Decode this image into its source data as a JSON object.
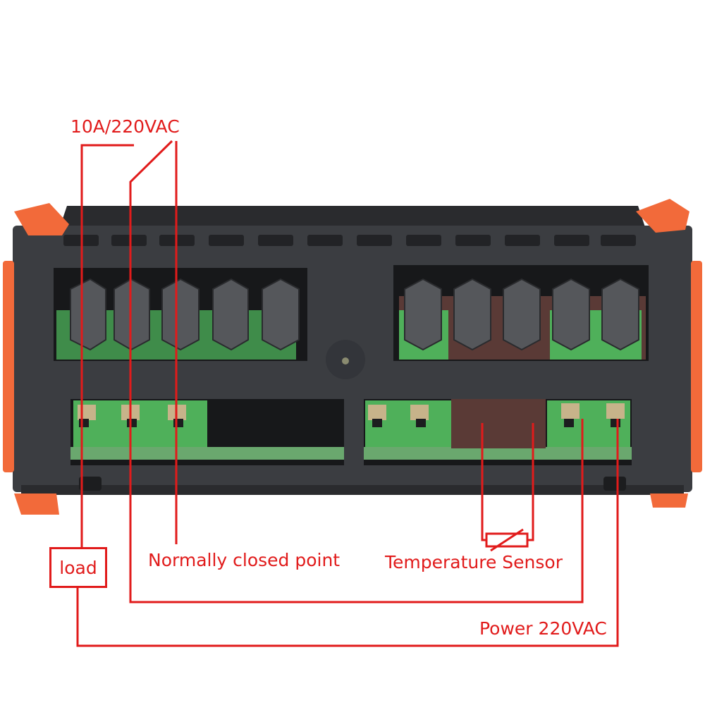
{
  "labels": {
    "rating": "10A/220VAC",
    "normally_closed": "Normally closed point",
    "temperature_sensor": "Temperature Sensor",
    "power": "Power 220VAC",
    "load": "load"
  },
  "colors": {
    "wire": "#e11b1b",
    "housing": "#3b3d41",
    "housing_dark": "#2a2b2e",
    "clip_orange": "#f26a3a",
    "terminal_green": "#4fb05a",
    "pcb_green": "#6aa86e",
    "pcb_brown": "#5a3a36",
    "button_gray": "#55575b",
    "background": "#ffffff"
  },
  "icons": [
    "resistor-thermistor-icon"
  ]
}
